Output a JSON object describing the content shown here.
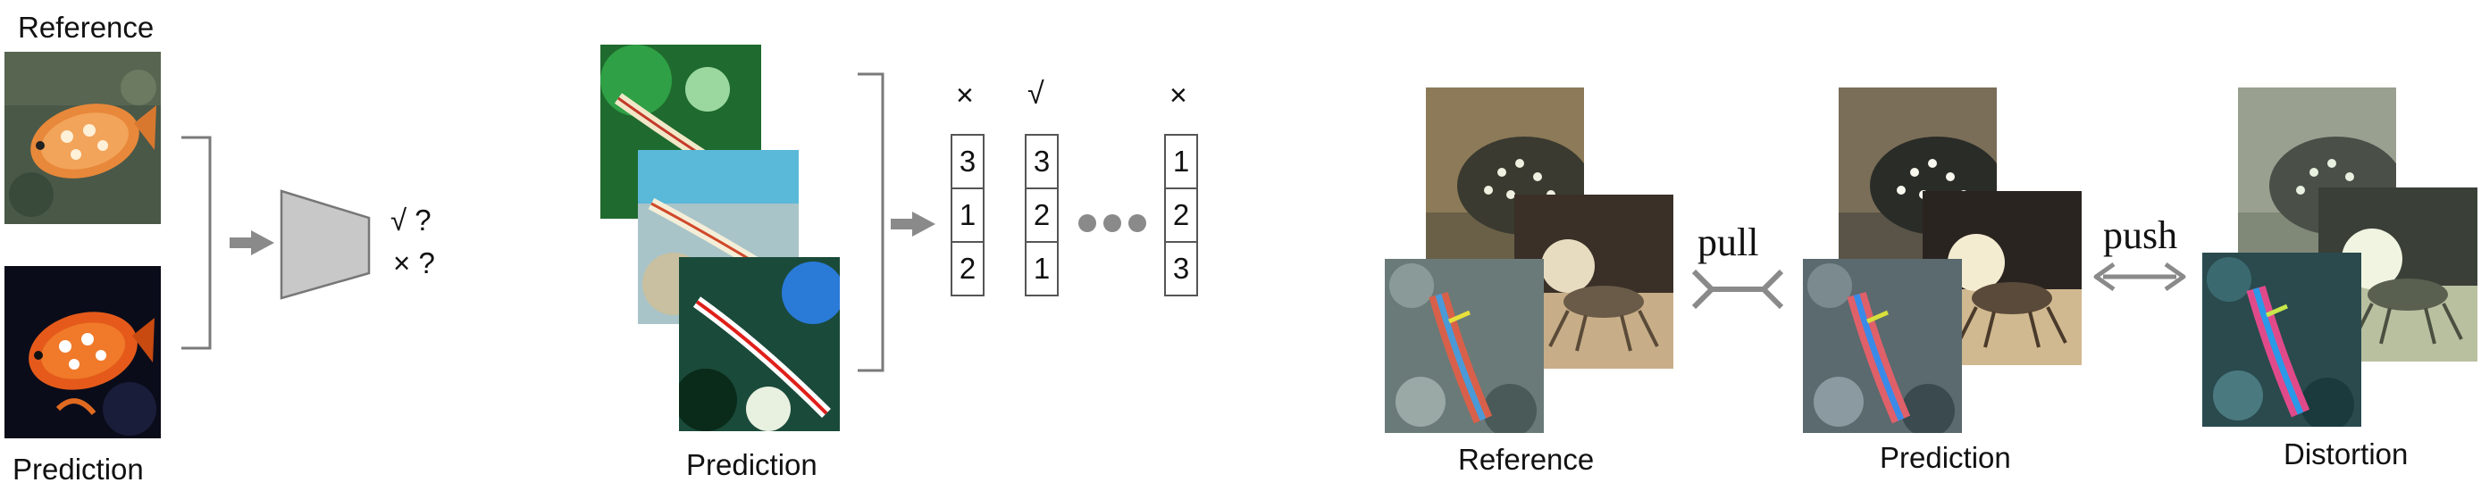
{
  "panel_a": {
    "reference_label": "Reference",
    "prediction_label": "Prediction",
    "check_line": "√  ?",
    "cross_line": "× ?"
  },
  "panel_b": {
    "prediction_label": "Prediction",
    "columns": [
      {
        "mark": "×",
        "values": [
          "3",
          "1",
          "2"
        ]
      },
      {
        "mark": "√",
        "values": [
          "3",
          "2",
          "1"
        ]
      },
      {
        "mark": "×",
        "values": [
          "1",
          "2",
          "3"
        ]
      }
    ]
  },
  "panel_c": {
    "reference_label": "Reference",
    "prediction_label": "Prediction",
    "distortion_label": "Distortion",
    "pull_label": "pull",
    "push_label": "push"
  },
  "colors": {
    "arrow_gray": "#8a8a8a",
    "bracket_gray": "#7a7a7a",
    "encoder_fill": "#c8c8c8",
    "cell_border": "#555555"
  }
}
